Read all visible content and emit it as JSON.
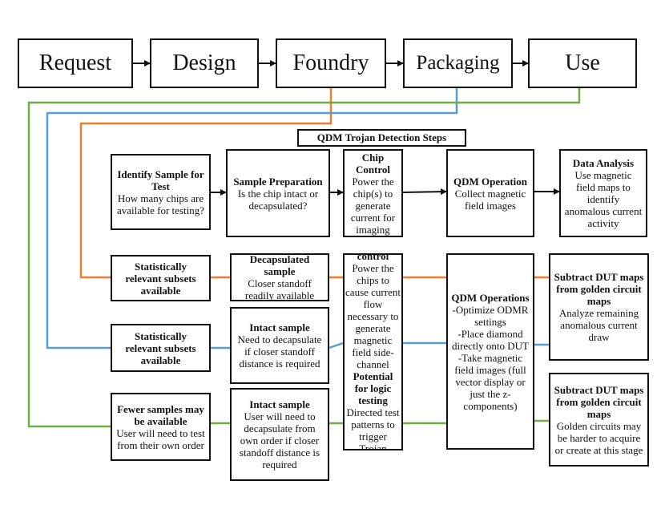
{
  "pipeline": [
    "Request",
    "Design",
    "Foundry",
    "Packaging",
    "Use"
  ],
  "colors": {
    "foundry": "#ed7d31",
    "packaging": "#5b9bd5",
    "use": "#70ad47",
    "ink": "#111111"
  },
  "steps_title": "QDM Trojan Detection Steps",
  "steps": [
    {
      "title": "Identify Sample for Test",
      "body": "How many chips are available for testing?"
    },
    {
      "title": "Sample Preparation",
      "body": "Is the chip intact or decapsulated?"
    },
    {
      "title": "Chip Control",
      "body": "Power the chip(s) to generate current for imaging"
    },
    {
      "title": "QDM Operation",
      "body": "Collect magnetic field images"
    },
    {
      "title": "Data Analysis",
      "body": "Use magnetic field maps to identify anomalous current activity"
    }
  ],
  "rows": {
    "foundry": {
      "samples": "Statistically relevant subsets available",
      "prep_title": "Decapsulated sample",
      "prep_body": "Closer standoff readily available"
    },
    "packaging": {
      "samples": "Statistically relevant subsets available",
      "prep_title": "Intact sample",
      "prep_body": "Need to decapsulate if closer standoff distance is required"
    },
    "use": {
      "samples_title": "Fewer samples may be available",
      "samples_body": "User will need to test from their own order",
      "prep_title": "Intact sample",
      "prep_body": "User will need to decapsulate from own order if closer standoff distance is required"
    }
  },
  "chip_control": {
    "title": "Chip control",
    "body": "Power the chips to cause current flow necessary to generate magnetic field side-channel",
    "title2": "Potential for logic testing",
    "body2": "Directed test patterns to trigger Trojan activity"
  },
  "qdm_operations": {
    "title": "QDM Operations",
    "items": [
      "-Optimize ODMR settings",
      "-Place diamond directly onto DUT",
      "-Take magnetic field images (full vector display or just the z-components)"
    ]
  },
  "analysis": [
    {
      "title": "Subtract DUT maps from golden circuit maps",
      "body": "Analyze remaining anomalous current draw"
    },
    {
      "title": "Subtract DUT maps from golden circuit maps",
      "body": "Golden circuits may be harder to acquire or create at this stage"
    }
  ]
}
